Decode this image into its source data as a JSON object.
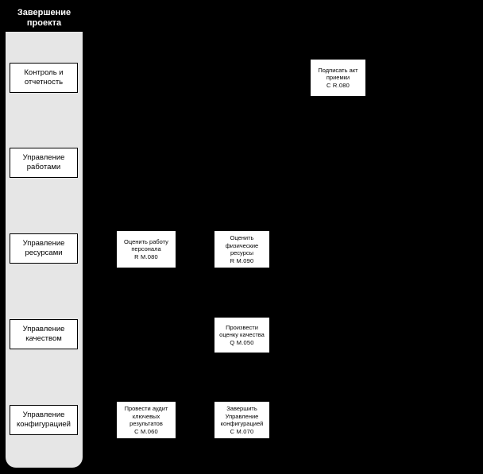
{
  "diagram": {
    "title": "Завершение проекта",
    "background_color": "#000000",
    "panel_color": "#e6e6e6",
    "node_fill": "#ffffff",
    "node_stroke": "#000000",
    "title_text_color": "#ffffff"
  },
  "phase_panel": {
    "title_line1": "Завершение",
    "title_line2": "проекта",
    "disciplines": [
      {
        "line1": "Контроль и",
        "line2": "отчетность"
      },
      {
        "line1": "Управление",
        "line2": "работами"
      },
      {
        "line1": "Управление",
        "line2": "ресурсами"
      },
      {
        "line1": "Управление",
        "line2": "качеством"
      },
      {
        "line1": "Управление",
        "line2": "конфигурацией"
      }
    ]
  },
  "activities": [
    {
      "id": "cr080",
      "line1": "Подписать акт",
      "line2": "приемки",
      "code": "C R.080"
    },
    {
      "id": "rm080",
      "line1": "Оценить работу",
      "line2": "персонала",
      "code": "R M.080"
    },
    {
      "id": "rm090",
      "line1": "Оценить",
      "line2": "физические",
      "line3": "ресурсы",
      "code": "R M.090"
    },
    {
      "id": "qm050",
      "line1": "Произвести",
      "line2": "оценку качества",
      "code": "Q M.050"
    },
    {
      "id": "cm060",
      "line1": "Провести аудит",
      "line2": "ключевых",
      "line3": "результатов",
      "code": "C M.060"
    },
    {
      "id": "cm070",
      "line1": "Завершить",
      "line2": "Управление",
      "line3": "конфигурацией",
      "code": "C M.070"
    }
  ]
}
